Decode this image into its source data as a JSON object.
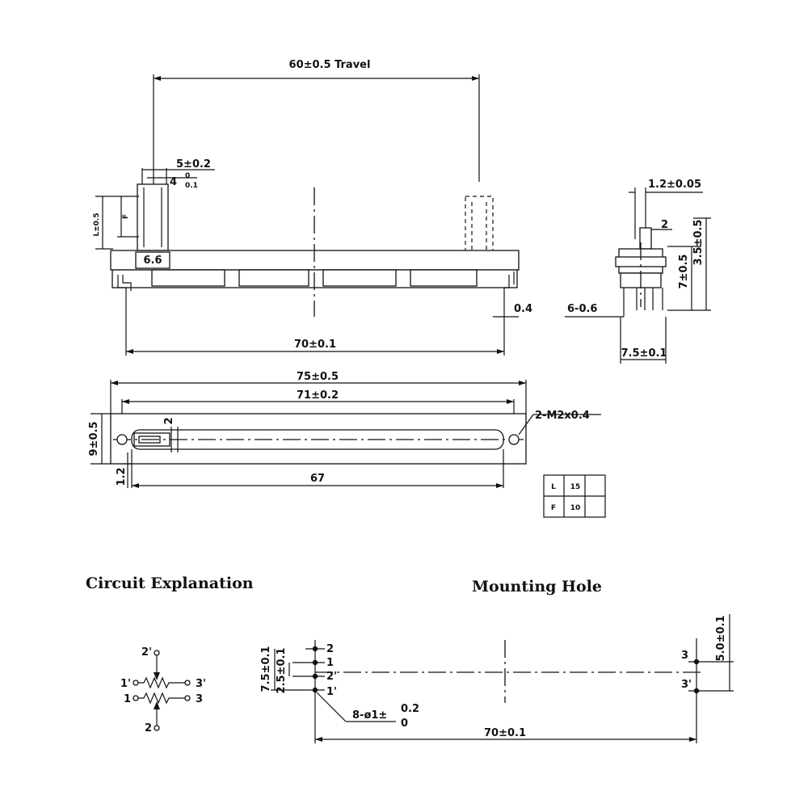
{
  "front_view": {
    "travel": "60±0.5 Travel",
    "knob_width": "5±0.2",
    "knob_inner": "4",
    "knob_inner_tol_upper": "0",
    "knob_inner_tol_lower": "0.1",
    "lever_height": "L±0.5",
    "lever_f": "F",
    "lever_base": "6.6",
    "pin_width": "0.4",
    "overall_length": "70±0.1"
  },
  "side_view": {
    "knob_thickness": "1.2±0.05",
    "knob_gap": "2",
    "top_height": "3.5±0.5",
    "body_height": "7±0.5",
    "pin_count": "6-0.6",
    "pin_pitch": "7.5±0.1"
  },
  "top_view": {
    "outer_length": "75±0.5",
    "hole_span": "71±0.2",
    "slot_length": "67",
    "width": "9±0.5",
    "offset": "1.2",
    "slot_width": "2",
    "screw_holes": "2-M2x0.4"
  },
  "lever_table": [
    {
      "key": "L",
      "value": "15"
    },
    {
      "key": "F",
      "value": "10"
    }
  ],
  "circuit": {
    "title": "Circuit Explanation",
    "pins_top": {
      "t2p": "2'",
      "t1p": "1'",
      "t3p": "3'"
    },
    "pins_bottom": {
      "b1": "1",
      "b3": "3",
      "b2": "2"
    }
  },
  "mounting": {
    "title": "Mounting Hole",
    "dim_pitch_large": "7.5±0.1",
    "dim_pitch_small": "2.5±0.1",
    "pin_labels_left": [
      "2",
      "1",
      "2'",
      "1'"
    ],
    "pin_labels_right": [
      "3",
      "3'"
    ],
    "dim_right": "5.0±0.1",
    "hole_spec": "8-ø1±",
    "hole_tol_upper": "0.2",
    "hole_tol_lower": "0",
    "overall": "70±0.1"
  }
}
